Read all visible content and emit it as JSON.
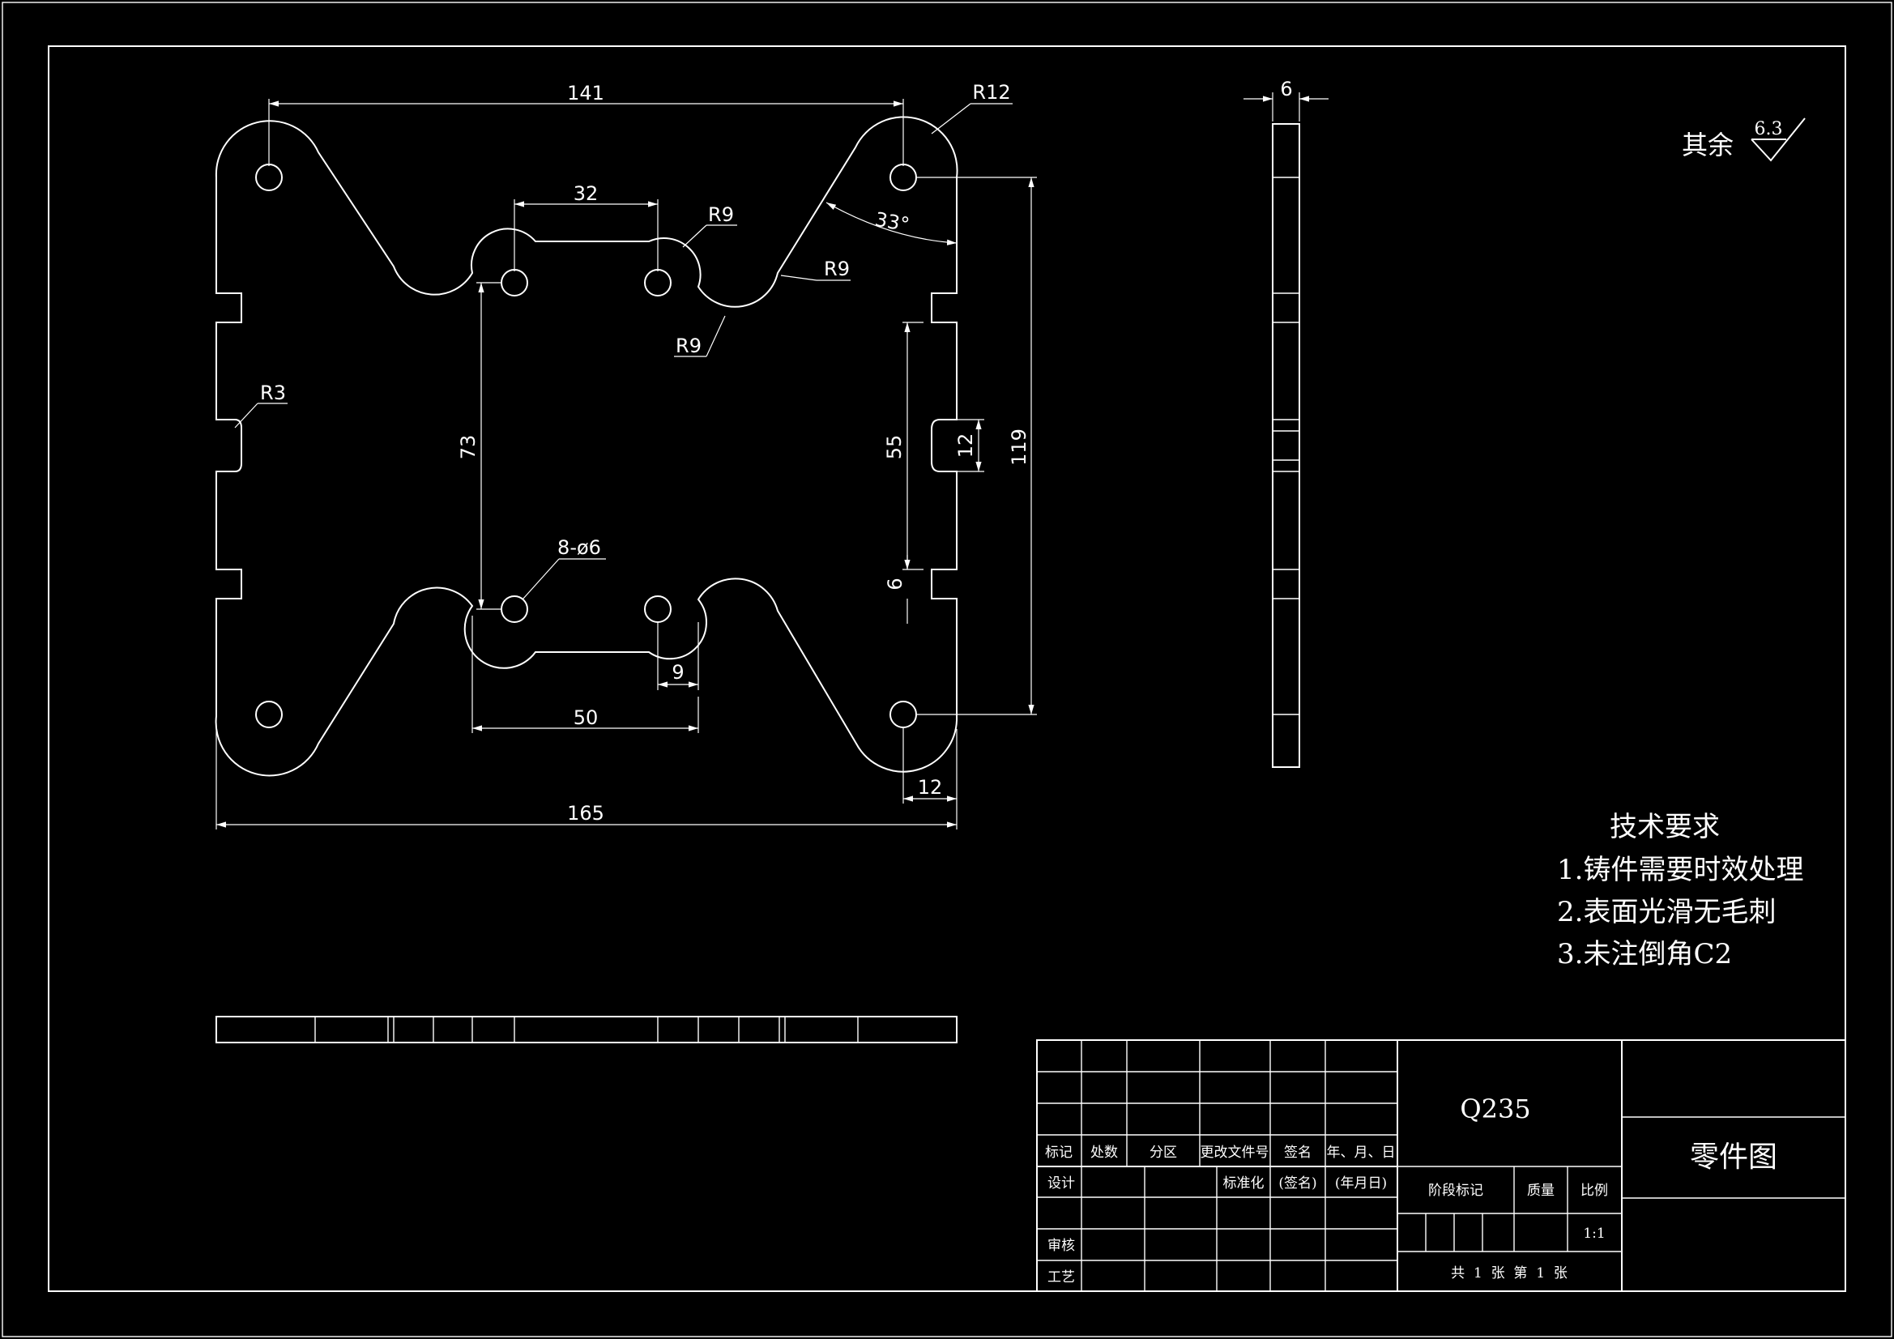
{
  "drawing": {
    "dimensions": {
      "d141": "141",
      "d32": "32",
      "r12": "R12",
      "r9_top": "R9",
      "r9_right": "R9",
      "r9_bottom": "R9",
      "angle33": "33°",
      "r3": "R3",
      "d73": "73",
      "d55": "55",
      "d12_slot": "12",
      "d119": "119",
      "holes": "8-ø6",
      "d6_slot": "6",
      "d9": "9",
      "d50": "50",
      "d12_bottom": "12",
      "d165": "165",
      "thickness": "6"
    },
    "surface_finish": {
      "label": "其余",
      "value": "6.3"
    }
  },
  "technical_requirements": {
    "title": "技术要求",
    "items": [
      "1.铸件需要时效处理",
      "2.表面光滑无毛刺",
      "3.未注倒角C2"
    ]
  },
  "title_block": {
    "material": "Q235",
    "drawing_name": "零件图",
    "headers": [
      "标记",
      "处数",
      "分区",
      "更改文件号",
      "签名",
      "年、月、日"
    ],
    "row_design": [
      "设计",
      "标准化",
      "(签名)",
      "(年月日)"
    ],
    "stage_label": "阶段标记",
    "mass_label": "质量",
    "scale_label": "比例",
    "scale_value": "1:1",
    "review_label": "审核",
    "process_label": "工艺",
    "sheet_info": "共  1  张  第  1  张"
  }
}
